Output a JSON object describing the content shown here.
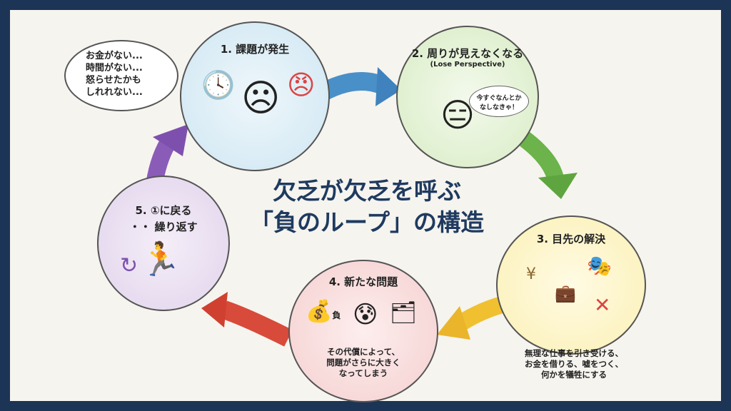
{
  "title": {
    "line1": "欠乏が欠乏を呼ぶ",
    "line2": "「負のループ」の構造",
    "color": "#1f3a5f"
  },
  "thought_bubble": {
    "lines": [
      "お金がない...",
      "時間がない...",
      "怒らせたかも",
      "しれれない..."
    ]
  },
  "steps": [
    {
      "title": "1. 課題が発生",
      "color": "#cfe6f2"
    },
    {
      "title": "2. 周りが見えなくなる",
      "subtitle": "(Lose Perspective)",
      "speech": [
        "今すぐなんとか",
        "なしなきゃ！"
      ],
      "color": "#d8ecc4"
    },
    {
      "title": "3. 目先の解決",
      "caption": [
        "無理な仕事を引き受ける、",
        "お金を借りる、嘘をつく、",
        "何かを犠牲にする"
      ],
      "money_symbol": "¥",
      "color": "#fbf0b4"
    },
    {
      "title": "4. 新たな問題",
      "body": [
        "その代償によって、",
        "問題がさらに大きく",
        "なってしまう"
      ],
      "debt_label": "負",
      "color": "#f5cfcf"
    },
    {
      "title": "5. ①に戻る",
      "subtitle2": "・・ 繰り返す",
      "color": "#e2d4ec"
    }
  ],
  "arrow_colors": {
    "blue": "#4a90c8",
    "green": "#6bb34a",
    "yellow": "#f0c030",
    "red": "#d84a3a",
    "purple": "#8a5cb8"
  }
}
